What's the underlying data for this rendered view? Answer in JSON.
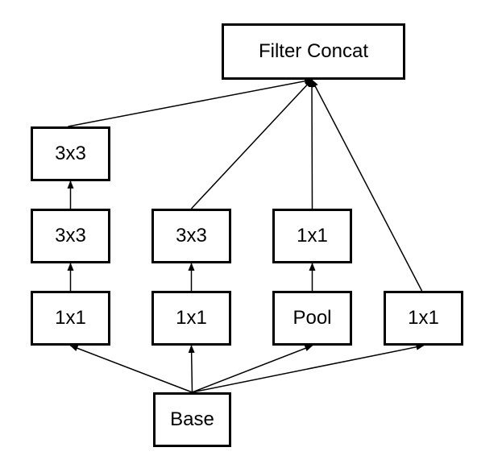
{
  "diagram": {
    "nodes": {
      "filter_concat": "Filter Concat",
      "b1_top": "3x3",
      "b1_mid": "3x3",
      "b1_bottom": "1x1",
      "b2_top": "3x3",
      "b2_bottom": "1x1",
      "b3_top": "1x1",
      "b3_bottom": "Pool",
      "b4": "1x1",
      "base": "Base"
    },
    "edges": [
      [
        "base",
        "b1_bottom"
      ],
      [
        "base",
        "b2_bottom"
      ],
      [
        "base",
        "b3_bottom"
      ],
      [
        "base",
        "b4"
      ],
      [
        "b1_bottom",
        "b1_mid"
      ],
      [
        "b1_mid",
        "b1_top"
      ],
      [
        "b2_bottom",
        "b2_top"
      ],
      [
        "b3_bottom",
        "b3_top"
      ],
      [
        "b1_top",
        "filter_concat"
      ],
      [
        "b2_top",
        "filter_concat"
      ],
      [
        "b3_top",
        "filter_concat"
      ],
      [
        "b4",
        "filter_concat"
      ]
    ],
    "colors": {
      "stroke": "#000000",
      "background": "#ffffff"
    }
  }
}
